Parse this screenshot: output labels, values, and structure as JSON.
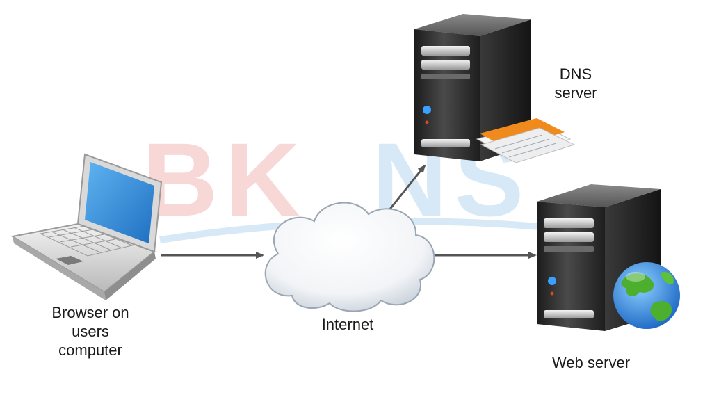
{
  "labels": {
    "browser": [
      "Browser on",
      "users",
      "computer"
    ],
    "internet": "Internet",
    "dns": [
      "DNS",
      "server"
    ],
    "web": "Web server"
  },
  "watermark": "BKNS",
  "colors": {
    "arrow": "#555555",
    "watermark_red": "#f3b8b8",
    "watermark_blue": "#b7d8ef",
    "server_body": "#2b2b2b",
    "screen": "#3c8fdc",
    "cloud_fill": "#ffffff",
    "cloud_edge": "#9aa6b2"
  },
  "icons": [
    "laptop-icon",
    "cloud-icon",
    "server-icon",
    "document-icon",
    "globe-icon"
  ]
}
